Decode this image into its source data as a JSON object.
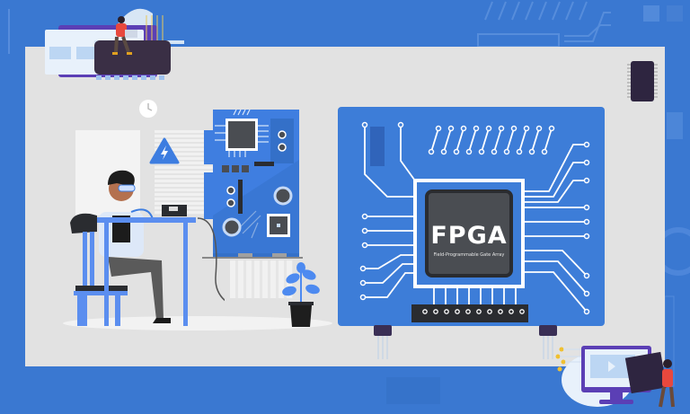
{
  "illustration": {
    "subject": "FPGA engineering illustration",
    "chip": {
      "label": "FPGA",
      "sublabel": "Field-Programmable Gate Array"
    },
    "colors": {
      "background_blue": "#3a78d1",
      "panel_gray": "#e2e2e2",
      "board_blue": "#3f7ee0",
      "chip_dark": "#4a4d52",
      "chip_border": "#2a2c30",
      "trace_white": "#ffffff",
      "accent_purple": "#5b3fb5",
      "dark_ic": "#2e2540",
      "shirt_red": "#e8483d"
    },
    "icons": {
      "warning": "high-voltage-warning-icon",
      "clock": "wall-clock-icon",
      "plant": "potted-plant-icon"
    }
  }
}
